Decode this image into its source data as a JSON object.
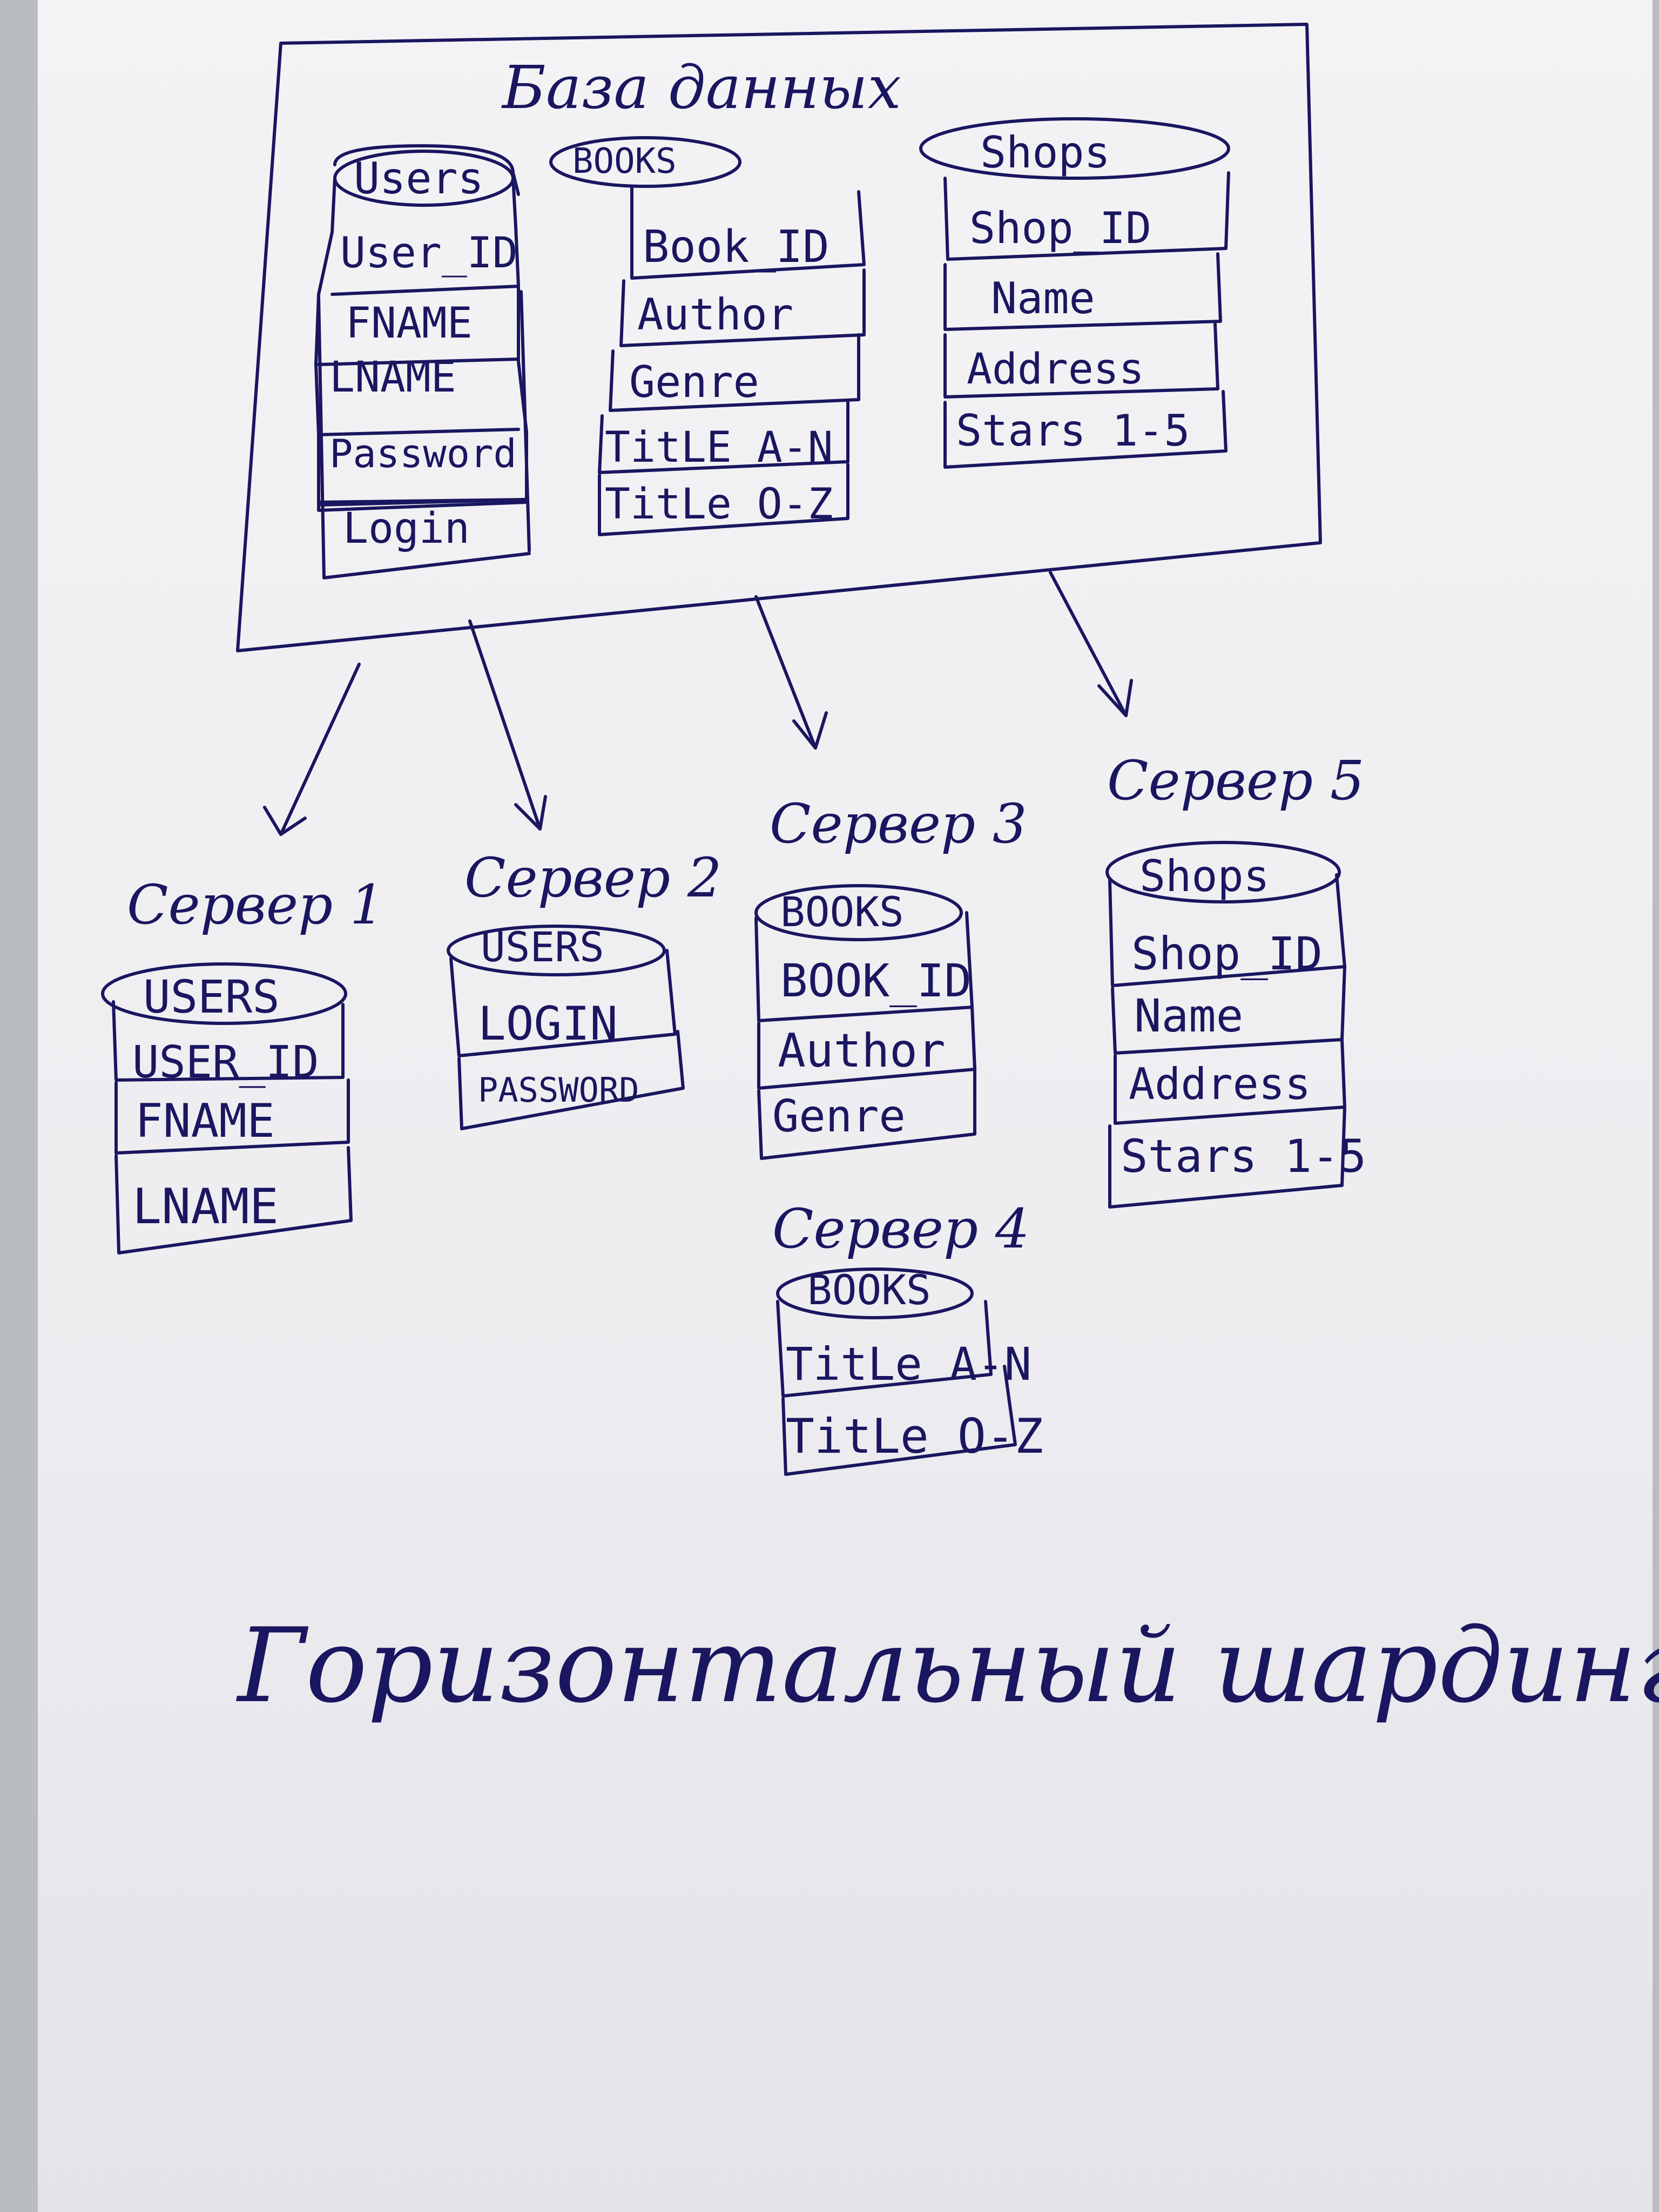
{
  "database": {
    "title": "База данных",
    "tables": [
      {
        "name": "Users",
        "fields": [
          "User_ID",
          "FNAME",
          "LNAME",
          "Password",
          "Login"
        ]
      },
      {
        "name": "BOOKS",
        "fields": [
          "Book_ID",
          "Author",
          "Genre",
          "TitLE A-N",
          "TitLe O-Z"
        ]
      },
      {
        "name": "Shops",
        "fields": [
          "Shop_ID",
          "Name",
          "Address",
          "Stars 1-5"
        ]
      }
    ]
  },
  "servers": [
    {
      "label": "Сервер 1",
      "table": "USERS",
      "fields": [
        "USER_ID",
        "FNAME",
        "LNAME"
      ]
    },
    {
      "label": "Сервер 2",
      "table": "USERS",
      "fields": [
        "LOGIN",
        "PASSWORD"
      ]
    },
    {
      "label": "Сервер 3",
      "table": "BOOKS",
      "fields": [
        "BOOK_ID",
        "Author",
        "Genre"
      ]
    },
    {
      "label": "Сервер 4",
      "table": "BOOKS",
      "fields": [
        "TitLe A-N",
        "TitLe O-Z"
      ]
    },
    {
      "label": "Сервер 5",
      "table": "Shops",
      "fields": [
        "Shop_ID",
        "Name",
        "Address",
        "Stars 1-5"
      ]
    }
  ],
  "caption": "Горизонтальный шардинг",
  "colors": {
    "ink": "#1a1660",
    "paper": "#f1f1f3",
    "background": "#b9bcc0"
  }
}
